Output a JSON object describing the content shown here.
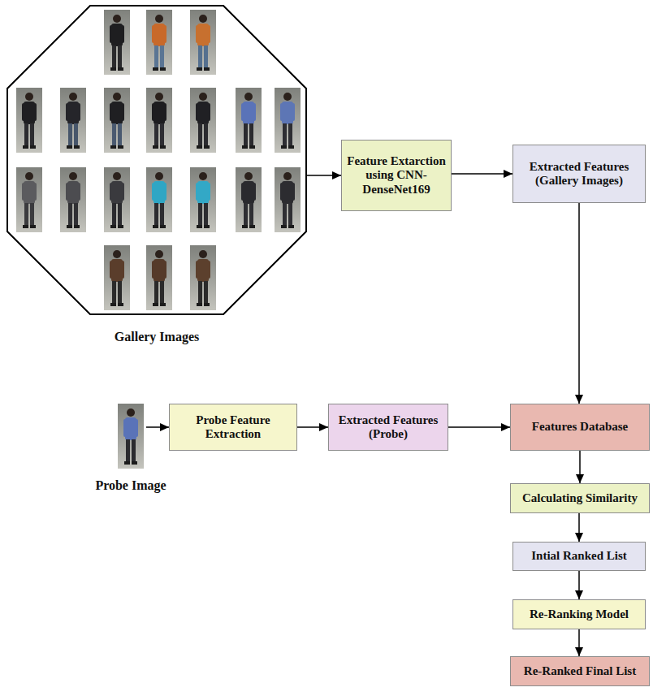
{
  "diagram": {
    "nodes": [
      {
        "text": [
          "Gallery Images"
        ]
      },
      {
        "text": [
          "Feature Extarction using CNN-DenseNet169"
        ]
      },
      {
        "text": [
          "Extracted Features (Gallery Images)"
        ]
      },
      {
        "text": [
          "Probe Image"
        ]
      },
      {
        "text": [
          "Probe Feature Extraction"
        ]
      },
      {
        "text": [
          "Extracted Features (Probe)"
        ]
      },
      {
        "text": [
          "Features Database"
        ]
      },
      {
        "text": [
          "Calculating Similarity"
        ]
      },
      {
        "text": [
          "Intial Ranked List"
        ]
      },
      {
        "text": [
          "Re-Ranking Model"
        ]
      },
      {
        "text": [
          "Re-Ranked Final List"
        ]
      }
    ],
    "edges": [
      {
        "from": 0,
        "to": 1,
        "arrow": "to"
      },
      {
        "from": 1,
        "to": 2,
        "arrow": "to"
      },
      {
        "from": 2,
        "to": 6,
        "arrow": "to"
      },
      {
        "from": 3,
        "to": 4,
        "arrow": "to"
      },
      {
        "from": 4,
        "to": 5,
        "arrow": "to"
      },
      {
        "from": 5,
        "to": 6,
        "arrow": "to"
      },
      {
        "from": 6,
        "to": 7,
        "arrow": "to"
      },
      {
        "from": 7,
        "to": 8,
        "arrow": "to"
      },
      {
        "from": 8,
        "to": 9,
        "arrow": "to"
      },
      {
        "from": 9,
        "to": 10,
        "arrow": "to"
      }
    ]
  }
}
